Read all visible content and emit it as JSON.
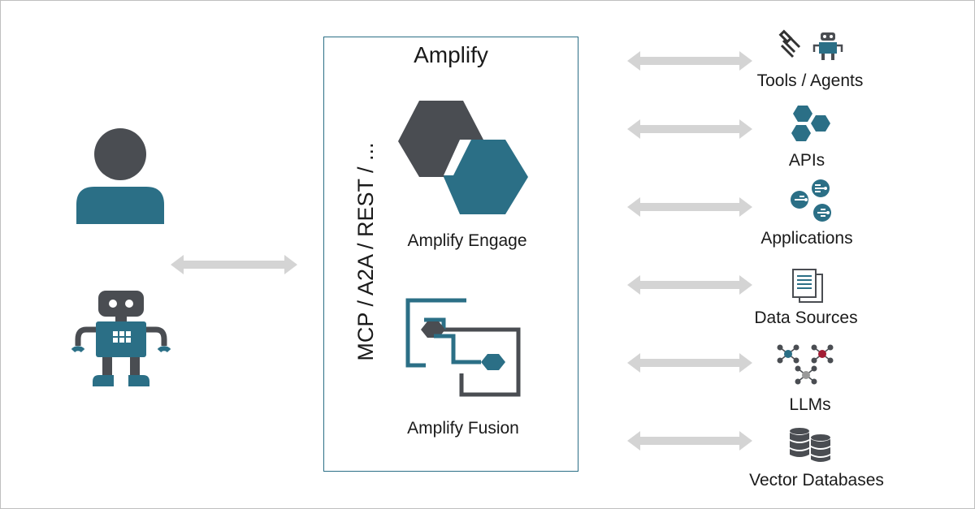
{
  "center": {
    "title": "Amplify",
    "protocols": "MCP / A2A / REST / ...",
    "products": [
      {
        "label": "Amplify Engage",
        "icon": "amplify-engage-icon"
      },
      {
        "label": "Amplify Fusion",
        "icon": "amplify-fusion-icon"
      }
    ]
  },
  "left": {
    "actors": [
      {
        "icon": "user-icon"
      },
      {
        "icon": "robot-icon"
      }
    ]
  },
  "right": {
    "targets": [
      {
        "label": "Tools / Agents",
        "icon": "tools-agents-icon"
      },
      {
        "label": "APIs",
        "icon": "apis-icon"
      },
      {
        "label": "Applications",
        "icon": "applications-icon"
      },
      {
        "label": "Data Sources",
        "icon": "data-sources-icon"
      },
      {
        "label": "LLMs",
        "icon": "llms-icon"
      },
      {
        "label": "Vector Databases",
        "icon": "vector-databases-icon"
      }
    ]
  },
  "colors": {
    "dark": "#4a4d52",
    "teal": "#2b6f86",
    "arrow": "#d4d4d4",
    "red": "#a31e35"
  }
}
